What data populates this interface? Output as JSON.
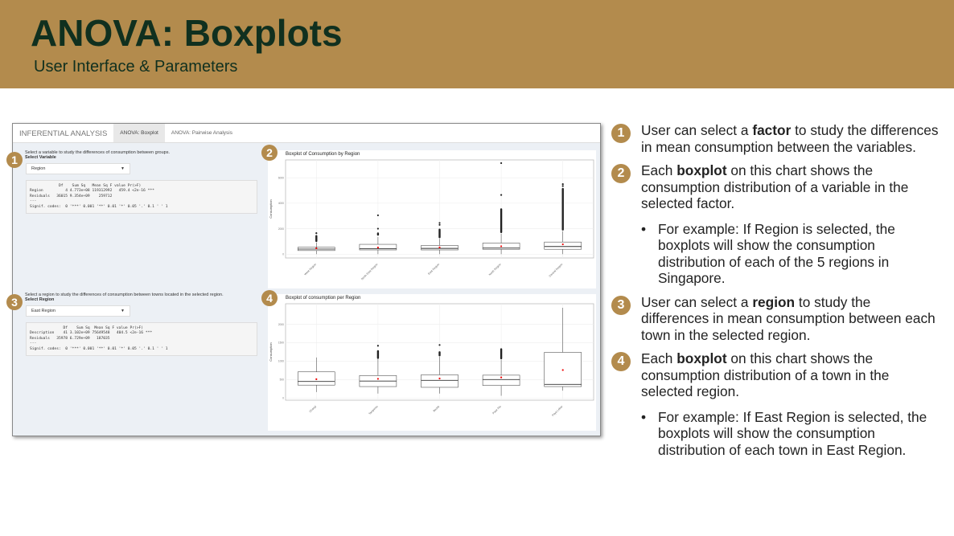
{
  "header": {
    "title": "ANOVA: Boxplots",
    "subtitle": "User Interface & Parameters"
  },
  "app": {
    "tabs": [
      "INFERENTIAL ANALYSIS",
      "ANOVA: Boxplot",
      "ANOVA: Pairwise Analysis"
    ],
    "section1": {
      "desc": "Select a variable to study the differences of consumption between groups.",
      "label": "Select Variable",
      "value": "Region",
      "output": "             Df    Sum Sq   Mean Sq F value Pr(>F)    \nRegion          4 4.773e+08 119312992   459.4 <2e-16 ***\nResiduals   36015 9.354e+09    259712                   \n---\nSignif. codes:  0 '***' 0.001 '**' 0.01 '*' 0.05 '.' 0.1 ' ' 1"
    },
    "section2": {
      "desc": "Select a region to study the differences of consumption between towns located in the selected region.",
      "label": "Select Region",
      "value": "East Region",
      "output": "               Df    Sum Sq  Mean Sq F value Pr(>F)    \nDescription    41 3.102e+09 75649548   404.5 <2e-16 ***\nResiduals   35978 6.729e+09   187035                   \n---\nSignif. codes:  0 '***' 0.001 '**' 0.01 '*' 0.05 '.' 0.1 ' ' 1"
    }
  },
  "badges": [
    "1",
    "2",
    "3",
    "4"
  ],
  "chart_data": [
    {
      "type": "box",
      "title": "Boxplot of Consumption by Region",
      "ylabel": "Consumption",
      "ylim": [
        -300,
        7400
      ],
      "yticks": [
        0,
        2000,
        4000,
        6000
      ],
      "categories": [
        "West Region",
        "North East Region",
        "East Region",
        "North Region",
        "Central Region"
      ],
      "boxes": [
        {
          "min": 0,
          "q1": 280,
          "median": 400,
          "q3": 540,
          "max": 900,
          "mean": 460,
          "outlier_range": [
            950,
            1500
          ],
          "outliers": [
            1650
          ]
        },
        {
          "min": 0,
          "q1": 330,
          "median": 430,
          "q3": 770,
          "max": 1350,
          "mean": 520,
          "outlier_range": [
            1450,
            1700
          ],
          "outliers": [
            2000,
            3050
          ]
        },
        {
          "min": 0,
          "q1": 330,
          "median": 450,
          "q3": 680,
          "max": 1200,
          "mean": 530,
          "outlier_range": [
            1250,
            2000
          ],
          "outliers": [
            2300,
            2450
          ]
        },
        {
          "min": 0,
          "q1": 380,
          "median": 480,
          "q3": 870,
          "max": 1600,
          "mean": 620,
          "outlier_range": [
            1650,
            3600
          ],
          "outliers": [
            4650,
            7150
          ]
        },
        {
          "min": 0,
          "q1": 380,
          "median": 600,
          "q3": 950,
          "max": 1800,
          "mean": 770,
          "outlier_range": [
            1850,
            5200
          ],
          "outliers": [
            5350,
            5500
          ]
        }
      ]
    },
    {
      "type": "box",
      "title": "Boxplot of consumption per Region",
      "ylabel": "Consumption",
      "ylim": [
        -60,
        2560
      ],
      "yticks": [
        0,
        500,
        1000,
        1500,
        2000
      ],
      "categories": [
        "Changi",
        "Tampines",
        "Bedok",
        "Pasir Ris",
        "Paya Lebar"
      ],
      "boxes": [
        {
          "min": 160,
          "q1": 350,
          "median": 450,
          "q3": 710,
          "max": 1100,
          "mean": 510,
          "outlier_range": null,
          "outliers": []
        },
        {
          "min": 120,
          "q1": 310,
          "median": 460,
          "q3": 610,
          "max": 1050,
          "mean": 520,
          "outlier_range": [
            1060,
            1300
          ],
          "outliers": [
            1420
          ]
        },
        {
          "min": 120,
          "q1": 290,
          "median": 480,
          "q3": 630,
          "max": 1120,
          "mean": 530,
          "outlier_range": [
            1130,
            1270
          ],
          "outliers": [
            1440
          ]
        },
        {
          "min": 60,
          "q1": 340,
          "median": 500,
          "q3": 620,
          "max": 1040,
          "mean": 560,
          "outlier_range": [
            1050,
            1350
          ],
          "outliers": []
        },
        {
          "min": 200,
          "q1": 310,
          "median": 370,
          "q3": 1240,
          "max": 2450,
          "mean": 760,
          "outlier_range": null,
          "outliers": []
        }
      ]
    }
  ],
  "notes": {
    "n1": {
      "pre": "User can select a ",
      "bold": "factor",
      "post": " to study the differences in mean consumption between the variables."
    },
    "n2": {
      "pre": "Each ",
      "bold": "boxplot",
      "post": " on this chart shows the consumption distribution of a variable in the selected factor."
    },
    "n2sub": "For example: If Region is selected, the boxplots will show the consumption distribution of each of the 5 regions in Singapore.",
    "n3": {
      "pre": "User can select a ",
      "bold": "region",
      "post": " to study the differences in mean consumption between each town in the selected region."
    },
    "n4": {
      "pre": "Each ",
      "bold": "boxplot",
      "post": " on this chart shows the consumption distribution of a town in the selected region."
    },
    "n4sub": "For example: If East Region is selected, the boxplots will show the consumption distribution of each town in East Region.",
    "bullet": "•"
  }
}
